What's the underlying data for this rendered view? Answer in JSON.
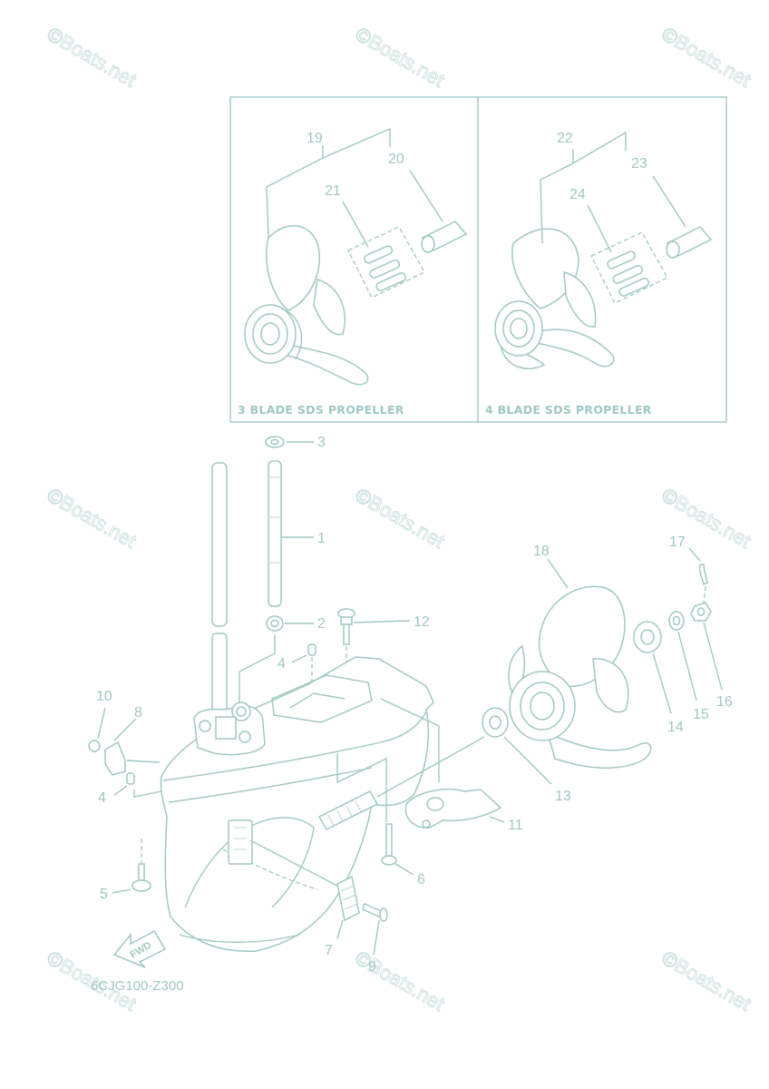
{
  "panels": {
    "three_blade": {
      "caption": "3 BLADE SDS PROPELLER"
    },
    "four_blade": {
      "caption": "4 BLADE SDS PROPELLER"
    }
  },
  "callouts": {
    "c1": "1",
    "c2": "2",
    "c3": "3",
    "c4a": "4",
    "c4b": "4",
    "c5": "5",
    "c6": "6",
    "c7": "7",
    "c8": "8",
    "c9": "9",
    "c10": "10",
    "c11": "11",
    "c12": "12",
    "c13": "13",
    "c14": "14",
    "c15": "15",
    "c16": "16",
    "c17": "17",
    "c18": "18",
    "c19": "19",
    "c20": "20",
    "c21": "21",
    "c22": "22",
    "c23": "23",
    "c24": "24"
  },
  "diagram_code": "6CJG100-Z300",
  "fwd_label": "FWD",
  "watermark": "©Boats.net",
  "colors": {
    "line": "#9fc8c4",
    "watermark": "#c9e0dd"
  }
}
